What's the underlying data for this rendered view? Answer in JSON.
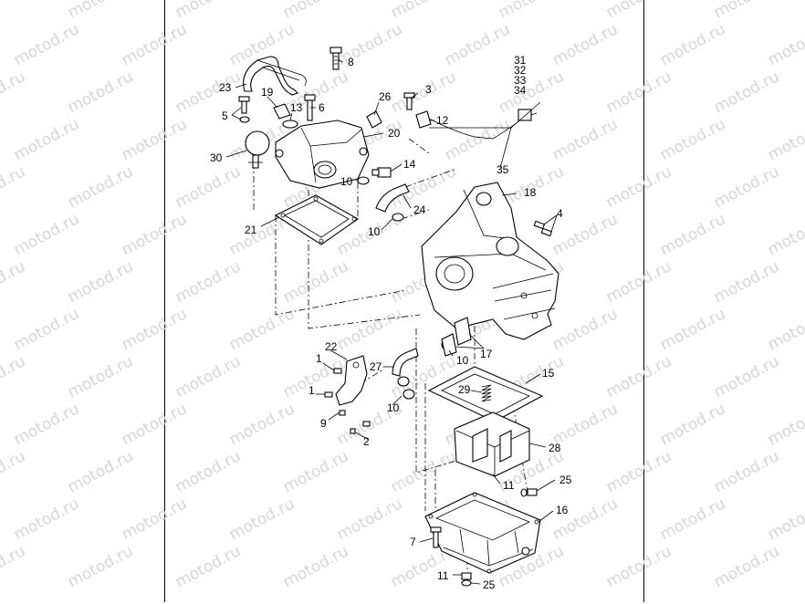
{
  "watermark": "motod.ru",
  "callouts": [
    {
      "id": "c1a",
      "text": "1"
    },
    {
      "id": "c1b",
      "text": "1"
    },
    {
      "id": "c2",
      "text": "2"
    },
    {
      "id": "c3",
      "text": "3"
    },
    {
      "id": "c4",
      "text": "4"
    },
    {
      "id": "c5",
      "text": "5"
    },
    {
      "id": "c6",
      "text": "6"
    },
    {
      "id": "c7",
      "text": "7"
    },
    {
      "id": "c8",
      "text": "8"
    },
    {
      "id": "c9",
      "text": "9"
    },
    {
      "id": "c10a",
      "text": "10"
    },
    {
      "id": "c10b",
      "text": "10"
    },
    {
      "id": "c10c",
      "text": "10"
    },
    {
      "id": "c10d",
      "text": "10"
    },
    {
      "id": "c11a",
      "text": "11"
    },
    {
      "id": "c11b",
      "text": "11"
    },
    {
      "id": "c12",
      "text": "12"
    },
    {
      "id": "c13",
      "text": "13"
    },
    {
      "id": "c14",
      "text": "14"
    },
    {
      "id": "c15",
      "text": "15"
    },
    {
      "id": "c16",
      "text": "16"
    },
    {
      "id": "c17",
      "text": "17"
    },
    {
      "id": "c18",
      "text": "18"
    },
    {
      "id": "c19",
      "text": "19"
    },
    {
      "id": "c20",
      "text": "20"
    },
    {
      "id": "c21",
      "text": "21"
    },
    {
      "id": "c22",
      "text": "22"
    },
    {
      "id": "c23",
      "text": "23"
    },
    {
      "id": "c24",
      "text": "24"
    },
    {
      "id": "c25a",
      "text": "25"
    },
    {
      "id": "c25b",
      "text": "25"
    },
    {
      "id": "c26",
      "text": "26"
    },
    {
      "id": "c27",
      "text": "27"
    },
    {
      "id": "c28",
      "text": "28"
    },
    {
      "id": "c29",
      "text": "29"
    },
    {
      "id": "c30",
      "text": "30"
    },
    {
      "id": "c31",
      "text": "31"
    },
    {
      "id": "c32",
      "text": "32"
    },
    {
      "id": "c33",
      "text": "33"
    },
    {
      "id": "c34",
      "text": "34"
    },
    {
      "id": "c35",
      "text": "35"
    }
  ]
}
